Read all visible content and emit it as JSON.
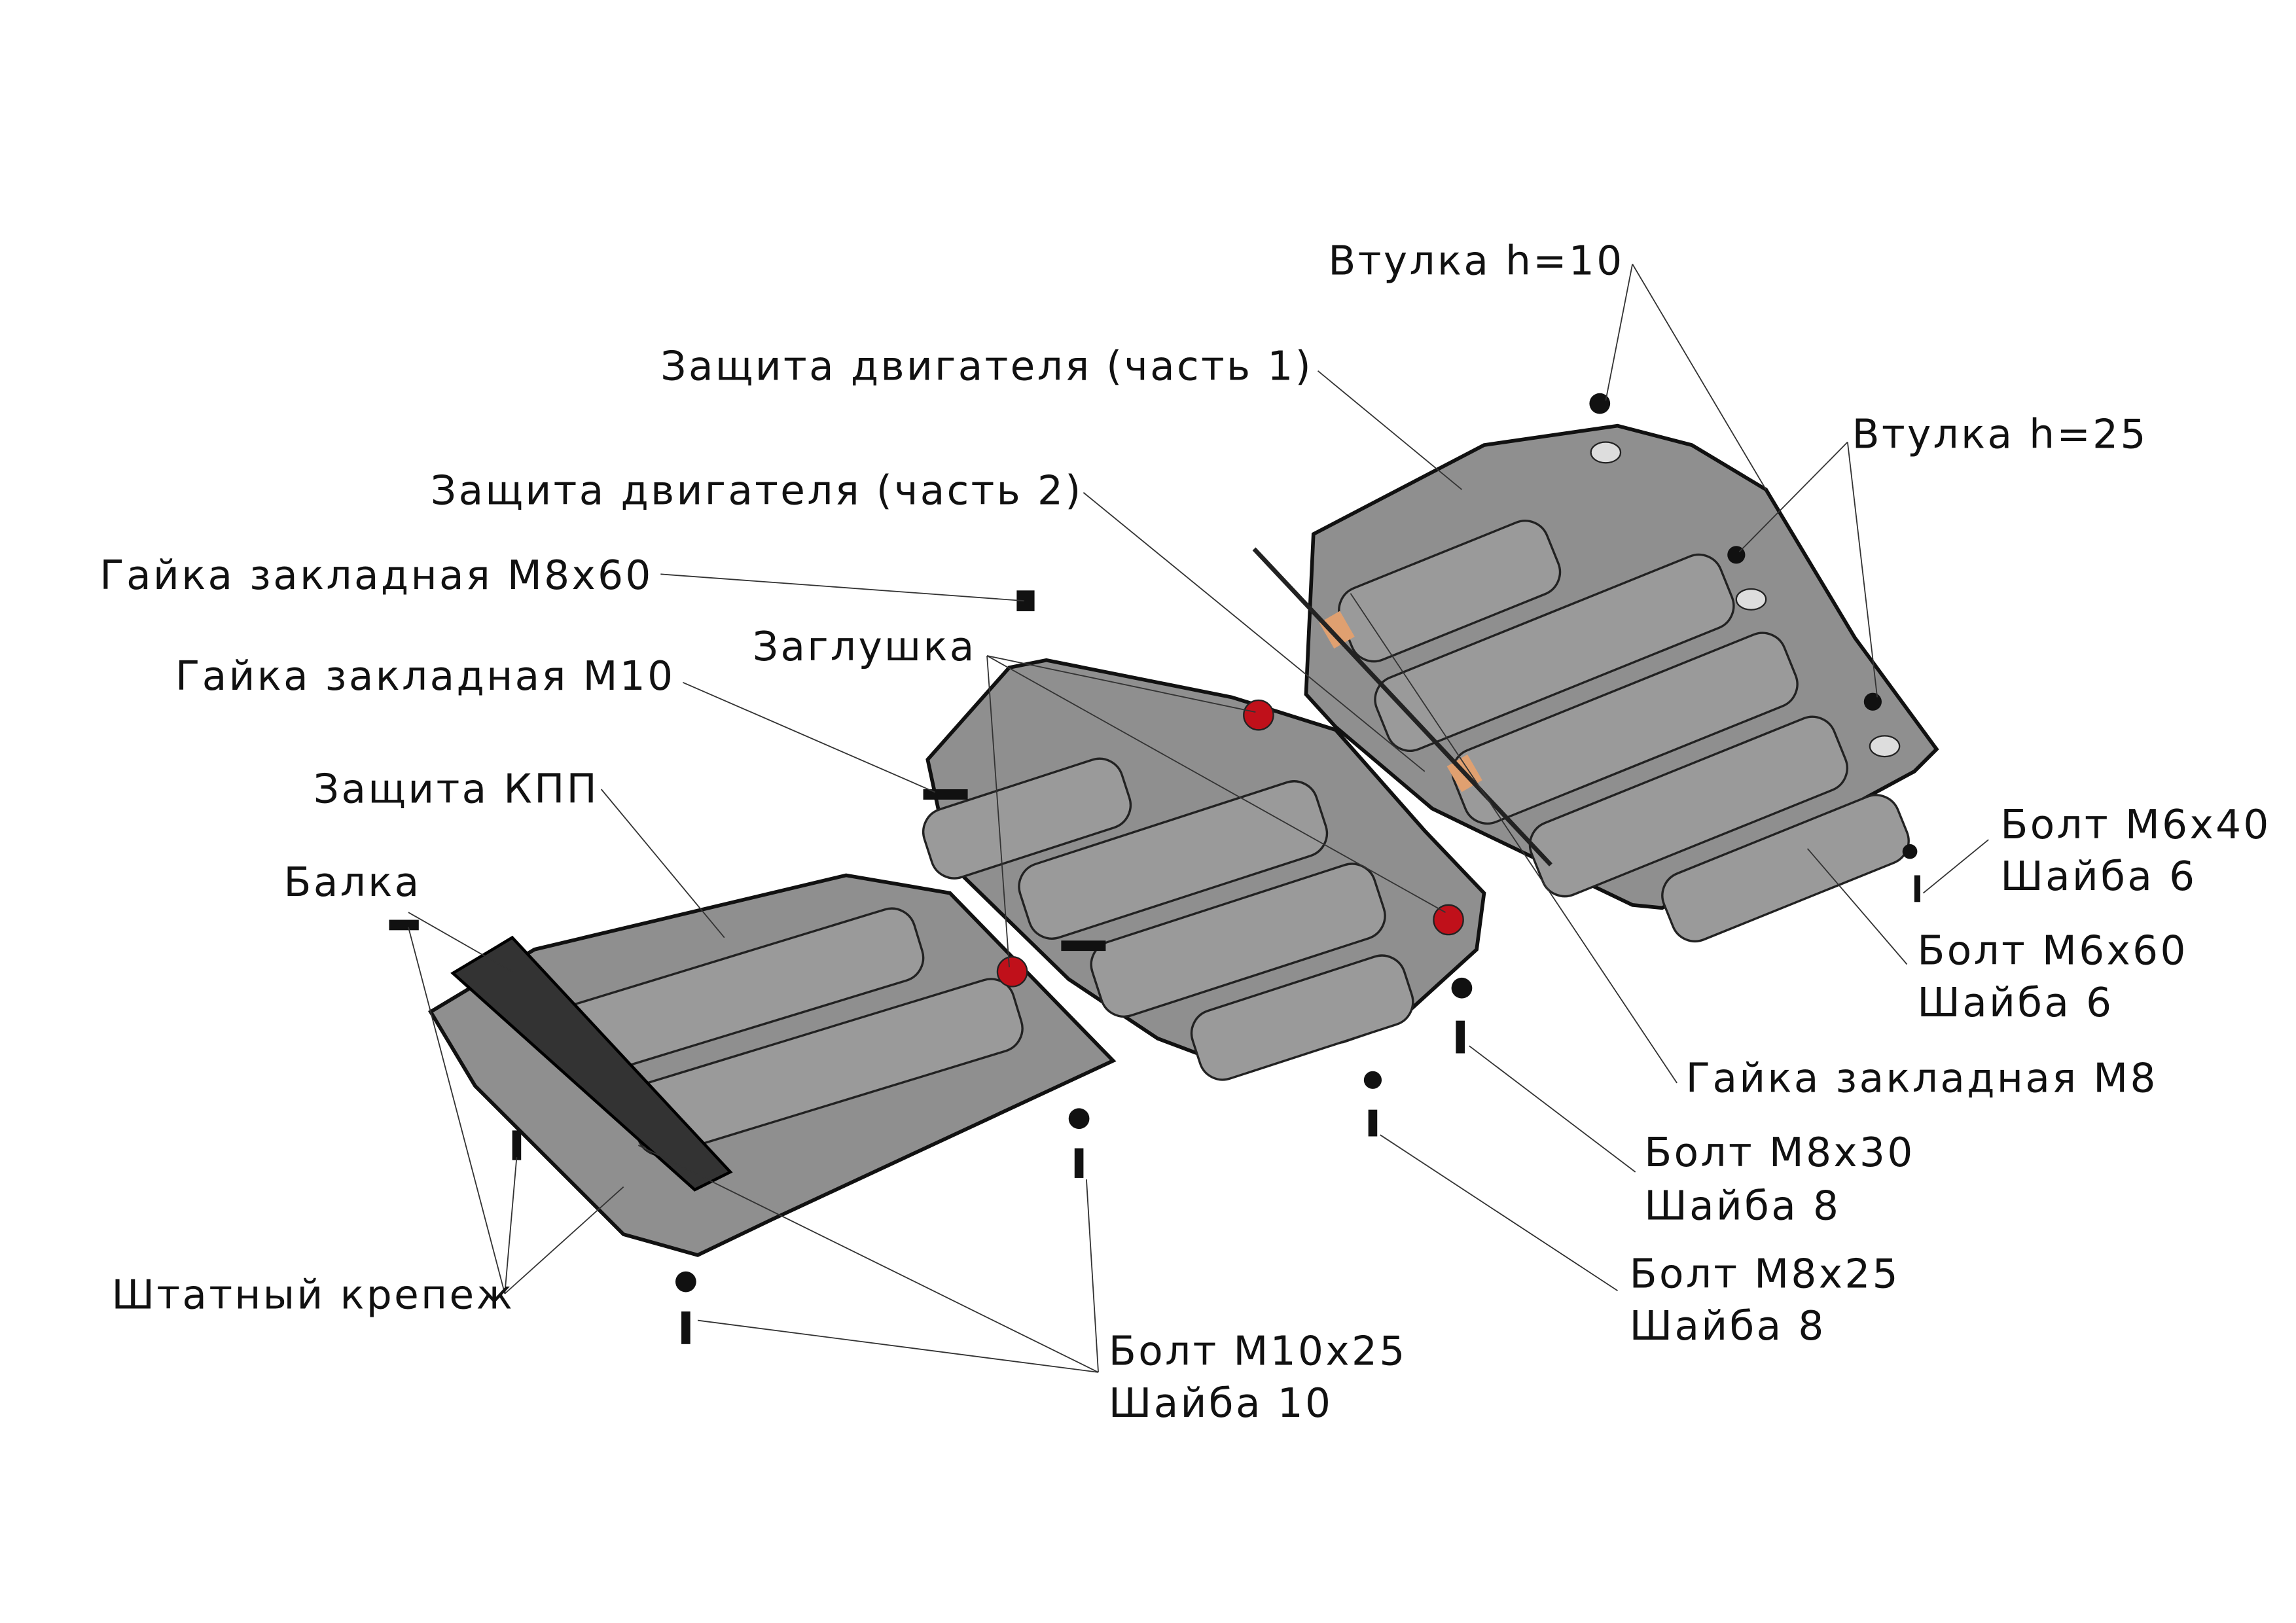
{
  "labels": {
    "bushing_h10": "Втулка h=10",
    "engine_guard_1": "Защита двигателя (часть 1)",
    "bushing_h25": "Втулка h=25",
    "engine_guard_2": "Защита двигателя (часть 2)",
    "nut_m8x60": "Гайка закладная М8х60",
    "plug": "Заглушка",
    "nut_m10": "Гайка закладная М10",
    "gearbox_guard": "Защита КПП",
    "beam": "Балка",
    "bolt_m6x40": "Болт М6х40",
    "washer_6a": "Шайба 6",
    "bolt_m6x60": "Болт М6х60",
    "washer_6b": "Шайба 6",
    "nut_m8": "Гайка закладная М8",
    "bolt_m8x30": "Болт М8х30",
    "washer_8a": "Шайба 8",
    "bolt_m8x25": "Болт М8х25",
    "washer_8b": "Шайба 8",
    "standard_fasteners": "Штатный крепеж",
    "bolt_m10x25": "Болт М10х25",
    "washer_10": "Шайба 10"
  },
  "colors": {
    "plate": "#8f8f8f",
    "plug": "#c0101a",
    "pad": "#e0a070"
  }
}
